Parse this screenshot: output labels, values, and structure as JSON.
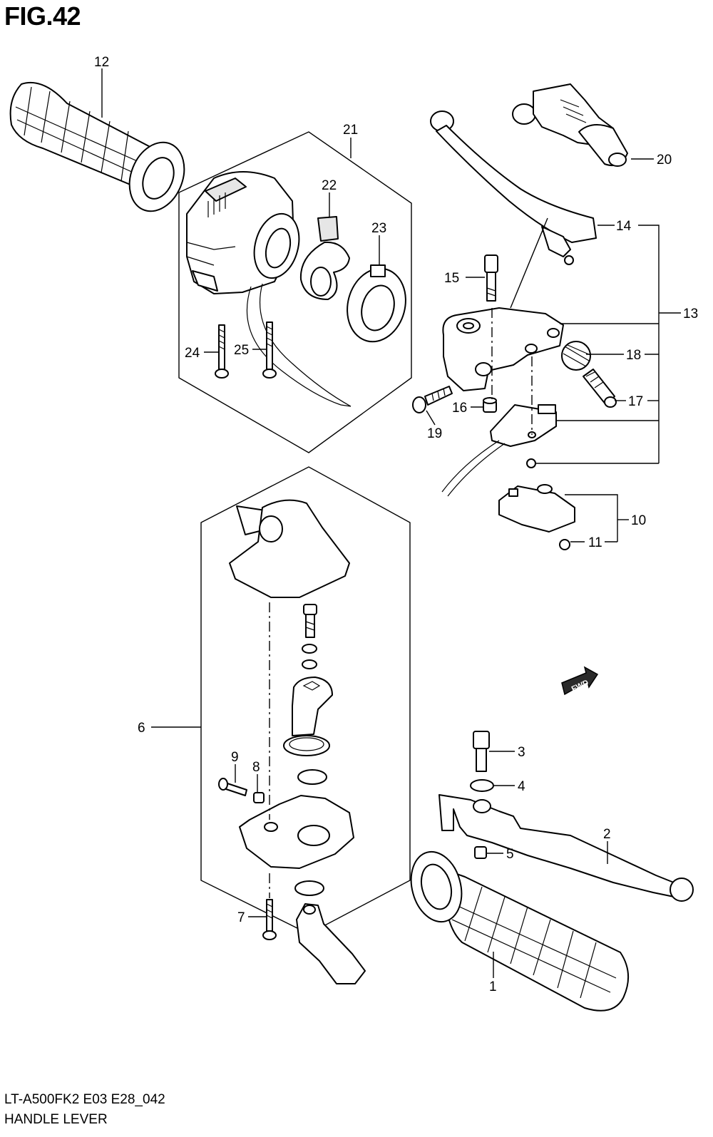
{
  "figure": {
    "title": "FIG.42",
    "model_code": "LT-A500FK2 E03 E28_042",
    "caption": "HANDLE LEVER",
    "fwd_marker": "FWD"
  },
  "callouts": {
    "c1": "1",
    "c2": "2",
    "c3": "3",
    "c4": "4",
    "c5": "5",
    "c6": "6",
    "c7": "7",
    "c8": "8",
    "c9": "9",
    "c10": "10",
    "c11": "11",
    "c12": "12",
    "c13": "13",
    "c14": "14",
    "c15": "15",
    "c16": "16",
    "c17": "17",
    "c18": "18",
    "c19": "19",
    "c20": "20",
    "c21": "21",
    "c22": "22",
    "c23": "23",
    "c24": "24",
    "c25": "25"
  }
}
